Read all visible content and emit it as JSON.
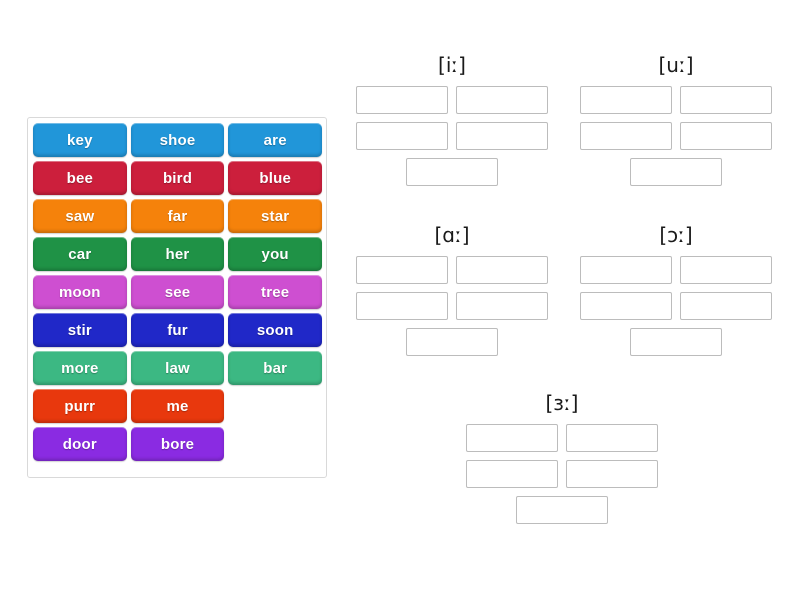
{
  "activity": {
    "type": "group-sort",
    "word_bank": {
      "rows": [
        [
          {
            "label": "key",
            "color": "#2196d9"
          },
          {
            "label": "shoe",
            "color": "#2196d9"
          },
          {
            "label": "are",
            "color": "#2196d9"
          }
        ],
        [
          {
            "label": "bee",
            "color": "#cc1f3c"
          },
          {
            "label": "bird",
            "color": "#cc1f3c"
          },
          {
            "label": "blue",
            "color": "#cc1f3c"
          }
        ],
        [
          {
            "label": "saw",
            "color": "#f5820b"
          },
          {
            "label": "far",
            "color": "#f5820b"
          },
          {
            "label": "star",
            "color": "#f5820b"
          }
        ],
        [
          {
            "label": "car",
            "color": "#1f9246"
          },
          {
            "label": "her",
            "color": "#1f9246"
          },
          {
            "label": "you",
            "color": "#1f9246"
          }
        ],
        [
          {
            "label": "moon",
            "color": "#ce4fd1"
          },
          {
            "label": "see",
            "color": "#ce4fd1"
          },
          {
            "label": "tree",
            "color": "#ce4fd1"
          }
        ],
        [
          {
            "label": "stir",
            "color": "#2028c8"
          },
          {
            "label": "fur",
            "color": "#2028c8"
          },
          {
            "label": "soon",
            "color": "#2028c8"
          }
        ],
        [
          {
            "label": "more",
            "color": "#3cb883"
          },
          {
            "label": "law",
            "color": "#3cb883"
          },
          {
            "label": "bar",
            "color": "#3cb883"
          }
        ],
        [
          {
            "label": "purr",
            "color": "#e8380d"
          },
          {
            "label": "me",
            "color": "#e8380d"
          }
        ],
        [
          {
            "label": "door",
            "color": "#8a2be2"
          },
          {
            "label": "bore",
            "color": "#8a2be2"
          }
        ]
      ]
    },
    "groups": [
      {
        "id": "group-i",
        "title": "[iː]",
        "slot_count": 5,
        "slots": [
          "",
          "",
          "",
          "",
          ""
        ]
      },
      {
        "id": "group-u",
        "title": "[uː]",
        "slot_count": 5,
        "slots": [
          "",
          "",
          "",
          "",
          ""
        ]
      },
      {
        "id": "group-a",
        "title": "[ɑː]",
        "slot_count": 5,
        "slots": [
          "",
          "",
          "",
          "",
          ""
        ]
      },
      {
        "id": "group-o",
        "title": "[ɔː]",
        "slot_count": 5,
        "slots": [
          "",
          "",
          "",
          "",
          ""
        ]
      },
      {
        "id": "group-er",
        "title": "[ɜː]",
        "slot_count": 5,
        "slots": [
          "",
          "",
          "",
          "",
          ""
        ]
      }
    ],
    "colors": {
      "panel_border": "#d9d9d9",
      "slot_border": "#bcbcbc",
      "background": "#ffffff",
      "title_text": "#1a1a1a"
    }
  }
}
